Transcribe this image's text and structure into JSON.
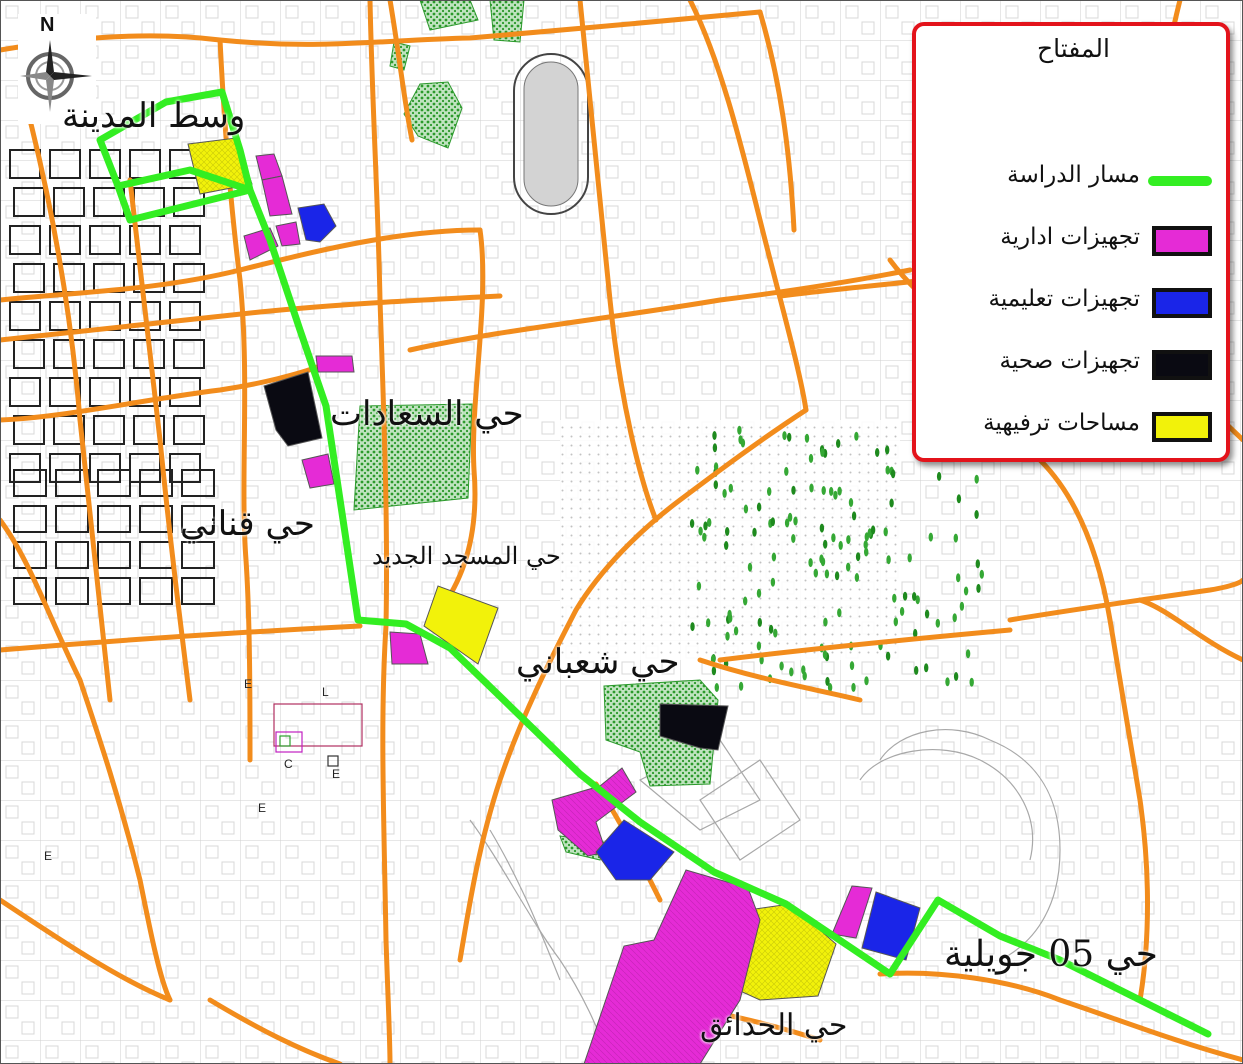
{
  "legend": {
    "title": "المفتاح",
    "items": [
      {
        "label": "مسار الدراسة",
        "type": "line",
        "color": "#33ee22"
      },
      {
        "label": "تجهيزات ادارية",
        "type": "box",
        "color": "#e52bd6"
      },
      {
        "label": "تجهيزات تعليمية",
        "type": "box",
        "color": "#1a25e8"
      },
      {
        "label": "تجهيزات صحية",
        "type": "box",
        "color": "#0a0a12"
      },
      {
        "label": "مساحات ترفيهية",
        "type": "box",
        "color": "#f2f20a"
      }
    ]
  },
  "districts": {
    "city_center": "وسط المدينة",
    "saadat": "حي السعادات",
    "qanani": "حي قناني",
    "new_mosque": "حي المسجد الجديد",
    "shaabani": "حي شعباني",
    "july5": "حي 05 جويلية",
    "hadaiq": "حي الحدائق"
  },
  "compass": {
    "north": "N"
  },
  "colors": {
    "road": "#f28c1c",
    "route": "#33ee22",
    "admin": "#e52bd6",
    "education": "#1a25e8",
    "health": "#0a0a12",
    "recreation": "#f2f20a",
    "green_space": "#2c9a2c",
    "block_outline": "#9a9a9a"
  },
  "small_marks": [
    "E",
    "E",
    "E",
    "E",
    "L",
    "C"
  ]
}
